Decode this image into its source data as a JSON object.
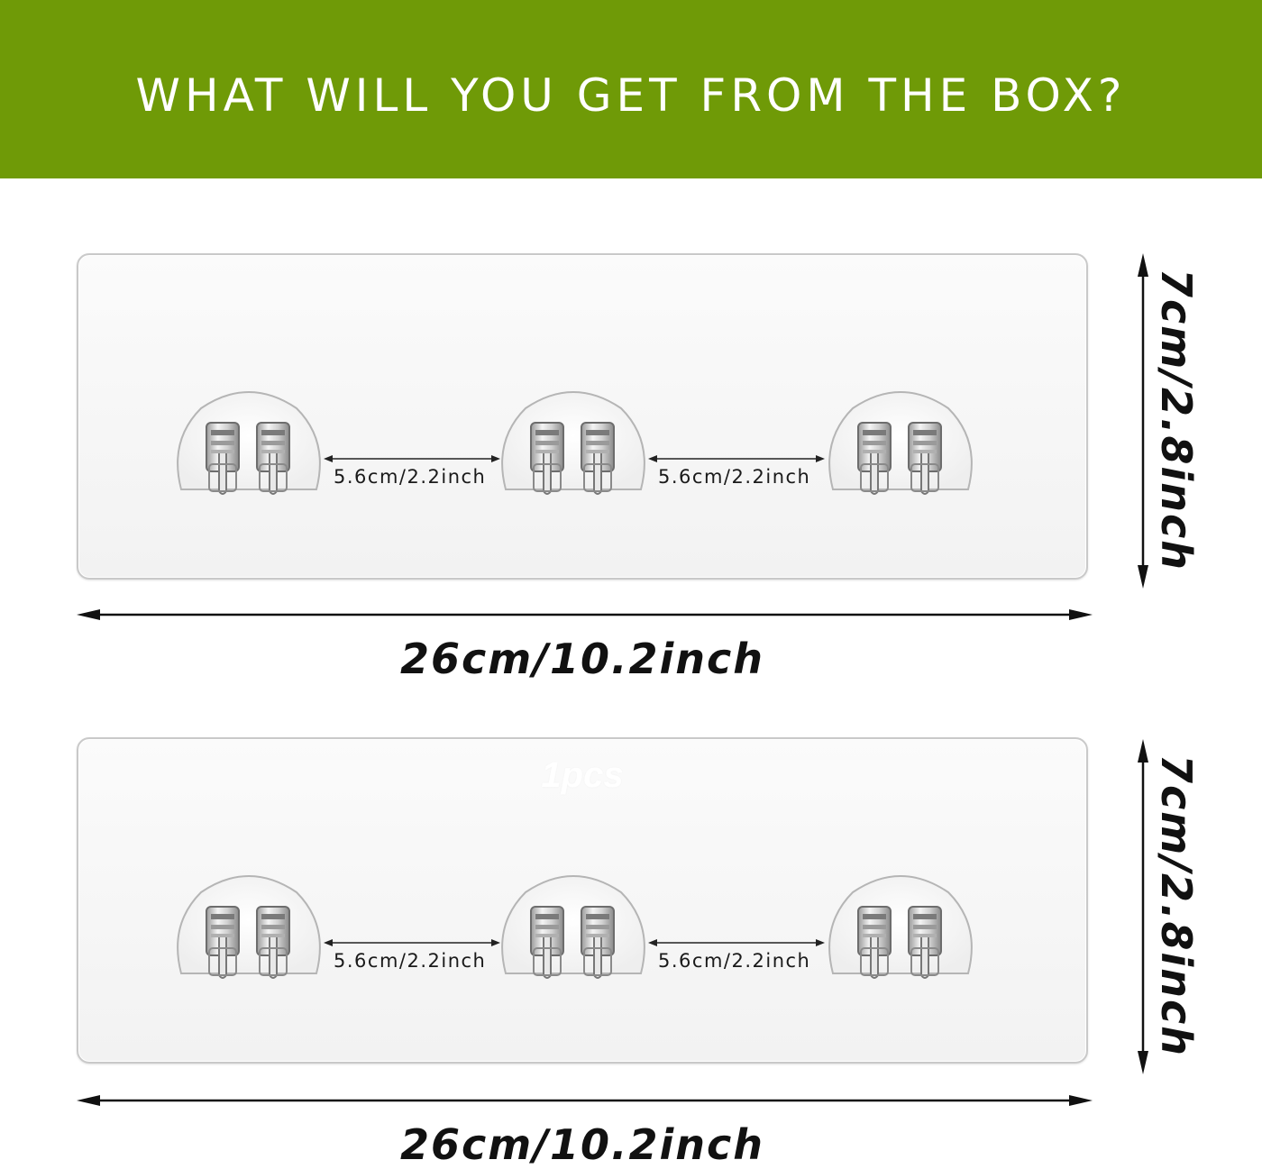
{
  "banner": {
    "title": "WHAT WILL YOU GET FROM THE BOX?",
    "color": "#6f9a07"
  },
  "panels": [
    {
      "watermark": "",
      "spacing_labels": [
        "5.6cm/2.2inch",
        "5.6cm/2.2inch"
      ],
      "width_label": "26cm/10.2inch",
      "height_label": "7cm/2.8inch"
    },
    {
      "watermark": "1pcs",
      "spacing_labels": [
        "5.6cm/2.2inch",
        "5.6cm/2.2inch"
      ],
      "width_label": "26cm/10.2inch",
      "height_label": "7cm/2.8inch"
    }
  ],
  "icons": {
    "hook": "adhesive-hook-pair-icon"
  }
}
